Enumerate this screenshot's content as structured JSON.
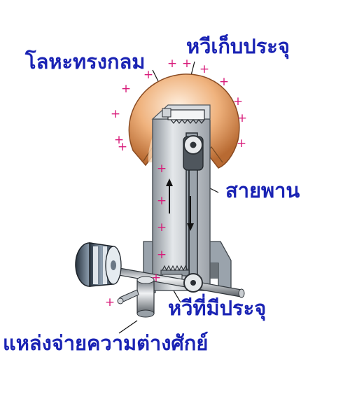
{
  "labels": {
    "metal_sphere": "โลหะทรงกลม",
    "collector_comb": "หวีเก็บประจุ",
    "belt": "สายพาน",
    "charging_comb": "หวีที่มีประจุ",
    "voltage_source": "แหล่งจ่ายความต่างศักย์"
  },
  "symbols": {
    "positive_charge": "+"
  },
  "colors": {
    "label_text": "#1a23b4",
    "charge_marks": "#d81b7a",
    "sphere": "#e7a36b",
    "column": "#b9bfc6",
    "belt": "#4b4f55"
  }
}
